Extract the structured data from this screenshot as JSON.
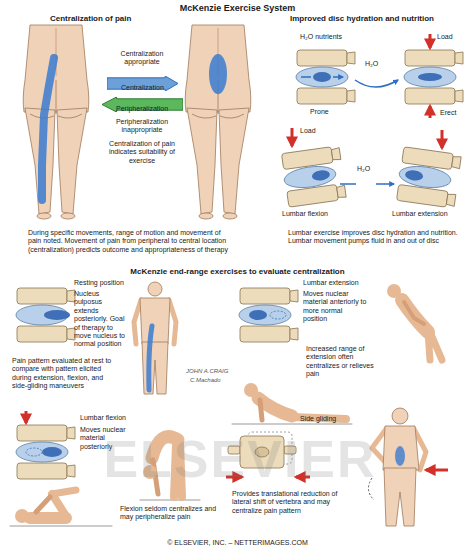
{
  "diagram": {
    "title": "McKenzie Exercise System",
    "caption": "© ELSEVIER, INC. – NETTERIMAGES.COM",
    "nodes": [
      {
        "text": [
          "Centralization"
        ]
      },
      {
        "text": [
          "Peripheralization"
        ]
      }
    ],
    "labels": [
      "Centralization of pain",
      "Centralization appropriate",
      "Peripheralization inappropriate",
      "Centralization of pain indicates suitability of exercise",
      "During specific movements, range of motion and movement of pain noted. Movement of pain from peripheral to central location (centralization) predicts outcome and appropriateness of therapy",
      "Improved disc hydration and nutrition",
      "H₂O nutrients",
      "Load",
      "Prone",
      "Erect",
      "H₂O",
      "Load",
      "H₂O",
      "Lumbar flexion",
      "Lumbar extension",
      "Lumbar exercise improves disc hydration and nutrition. Lumbar movement pumps fluid in and out of disc",
      "McKenzie end-range exercises to evaluate centralization",
      "Resting position",
      "Nucleus pulposus extends posteriorly. Goal of therapy to move nucleus to normal position",
      "Pain pattern evaluated at rest to compare with pattern elicited during extension, flexion, and side-gliding maneuvers",
      "Lumbar extension",
      "Moves nuclear material anteriorly to more normal position",
      "Increased range of extension often centralizes or relieves pain",
      "Lumbar flexion",
      "Moves nuclear material posteriorly",
      "Side gliding",
      "Provides translational reduction of lateral shift of vertebra and may centralize pain pattern",
      "Flexion seldom centralizes and may peripheralize pain",
      "ELSEVIER",
      "JOHN A.CRAIG",
      "C.Machado"
    ]
  }
}
